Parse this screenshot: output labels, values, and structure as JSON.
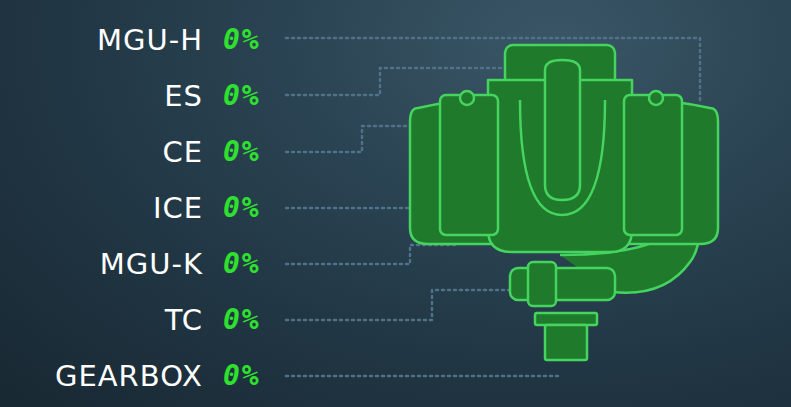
{
  "diagram": {
    "labels": [
      "MGU-H",
      "0%",
      "ES",
      "0%",
      "CE",
      "0%",
      "ICE",
      "0%",
      "MGU-K",
      "0%",
      "TC",
      "0%",
      "GEARBOX",
      "0%"
    ]
  }
}
